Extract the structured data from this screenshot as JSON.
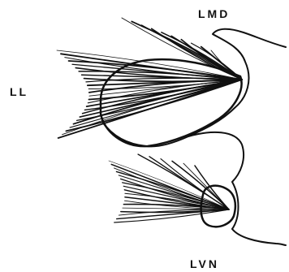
{
  "labels": {
    "ll": "LL",
    "lmd": "LMD",
    "lvn": "LVN"
  },
  "colors": {
    "ink": "#111111",
    "background": "#ffffff"
  }
}
